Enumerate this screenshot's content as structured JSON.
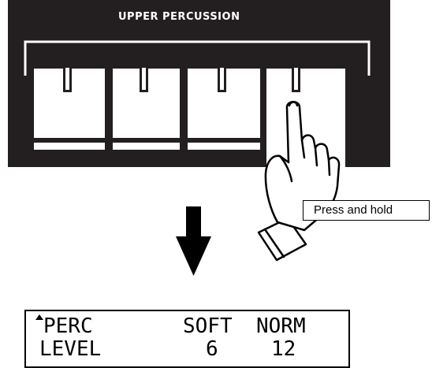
{
  "panel": {
    "title": "UPPER PERCUSSION",
    "button_count": 4,
    "pressed_button": 4
  },
  "callout": {
    "text": "Press and hold"
  },
  "arrow": {
    "icon": "down-arrow-icon"
  },
  "display": {
    "row1": {
      "indicator_icon": "up-triangle-icon",
      "label": "PERC",
      "col1": "SOFT",
      "col2": "NORM"
    },
    "row2": {
      "label": "LEVEL",
      "col1": "6",
      "col2": "12"
    }
  },
  "colors": {
    "panel": "#231f20",
    "button": "#ffffff",
    "ink": "#000000"
  }
}
